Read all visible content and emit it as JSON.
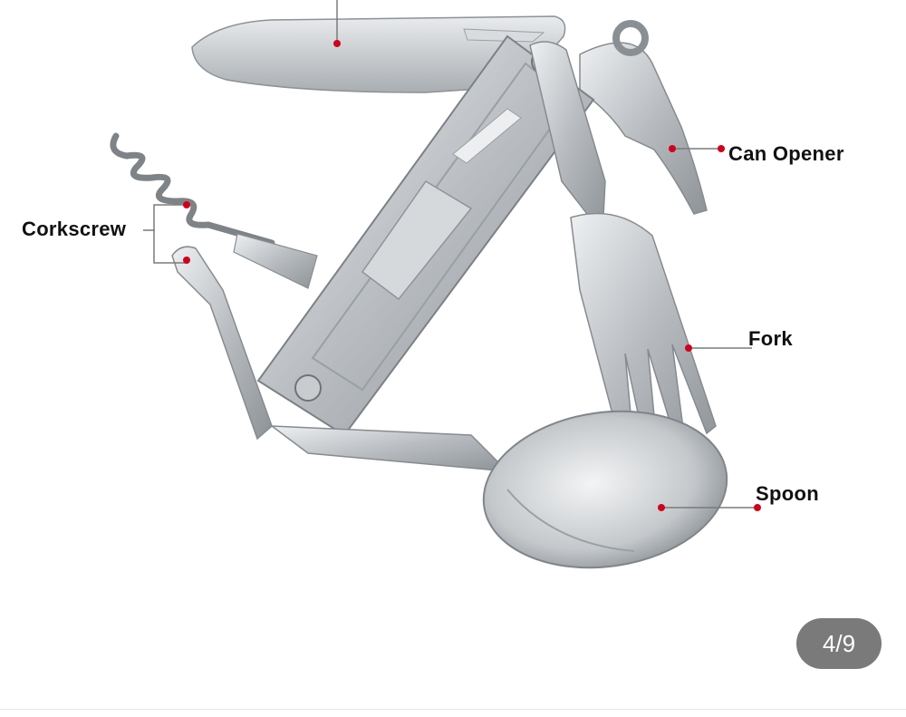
{
  "labels": {
    "corkscrew": "Corkscrew",
    "can_opener": "Can Opener",
    "fork": "Fork",
    "spoon": "Spoon"
  },
  "gallery": {
    "counter": "4/9"
  },
  "colors": {
    "marker": "#d0021b",
    "steel": "#b8bcc0",
    "counter_bg": "#7a7a7a"
  }
}
